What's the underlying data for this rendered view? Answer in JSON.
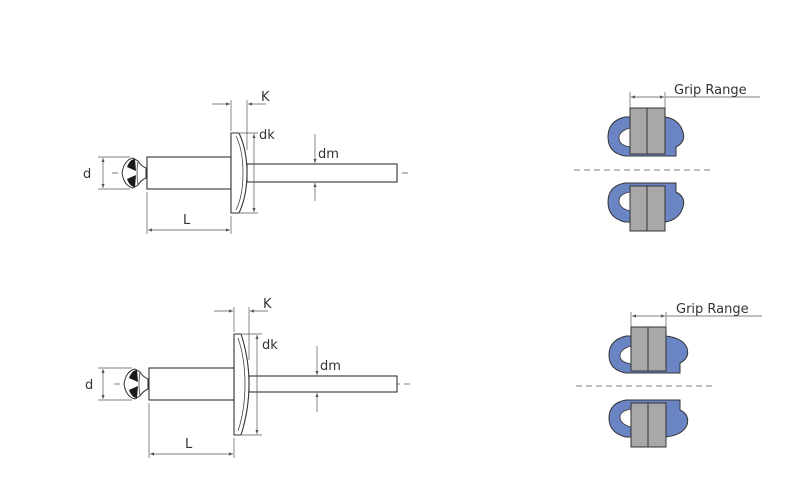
{
  "colors": {
    "sleeve_blue": "#6b84c4",
    "plate_gray": "#a8a8a8",
    "mandrel_head": "#1a1a1a",
    "line": "#333333"
  },
  "diagrams": [
    {
      "rivet_labels": {
        "d": "d",
        "dk": "dk",
        "K": "K",
        "dm": "dm",
        "L": "L"
      },
      "grip_label": "Grip Range"
    },
    {
      "rivet_labels": {
        "d": "d",
        "dk": "dk",
        "K": "K",
        "dm": "dm",
        "L": "L"
      },
      "grip_label": "Grip Range"
    }
  ]
}
